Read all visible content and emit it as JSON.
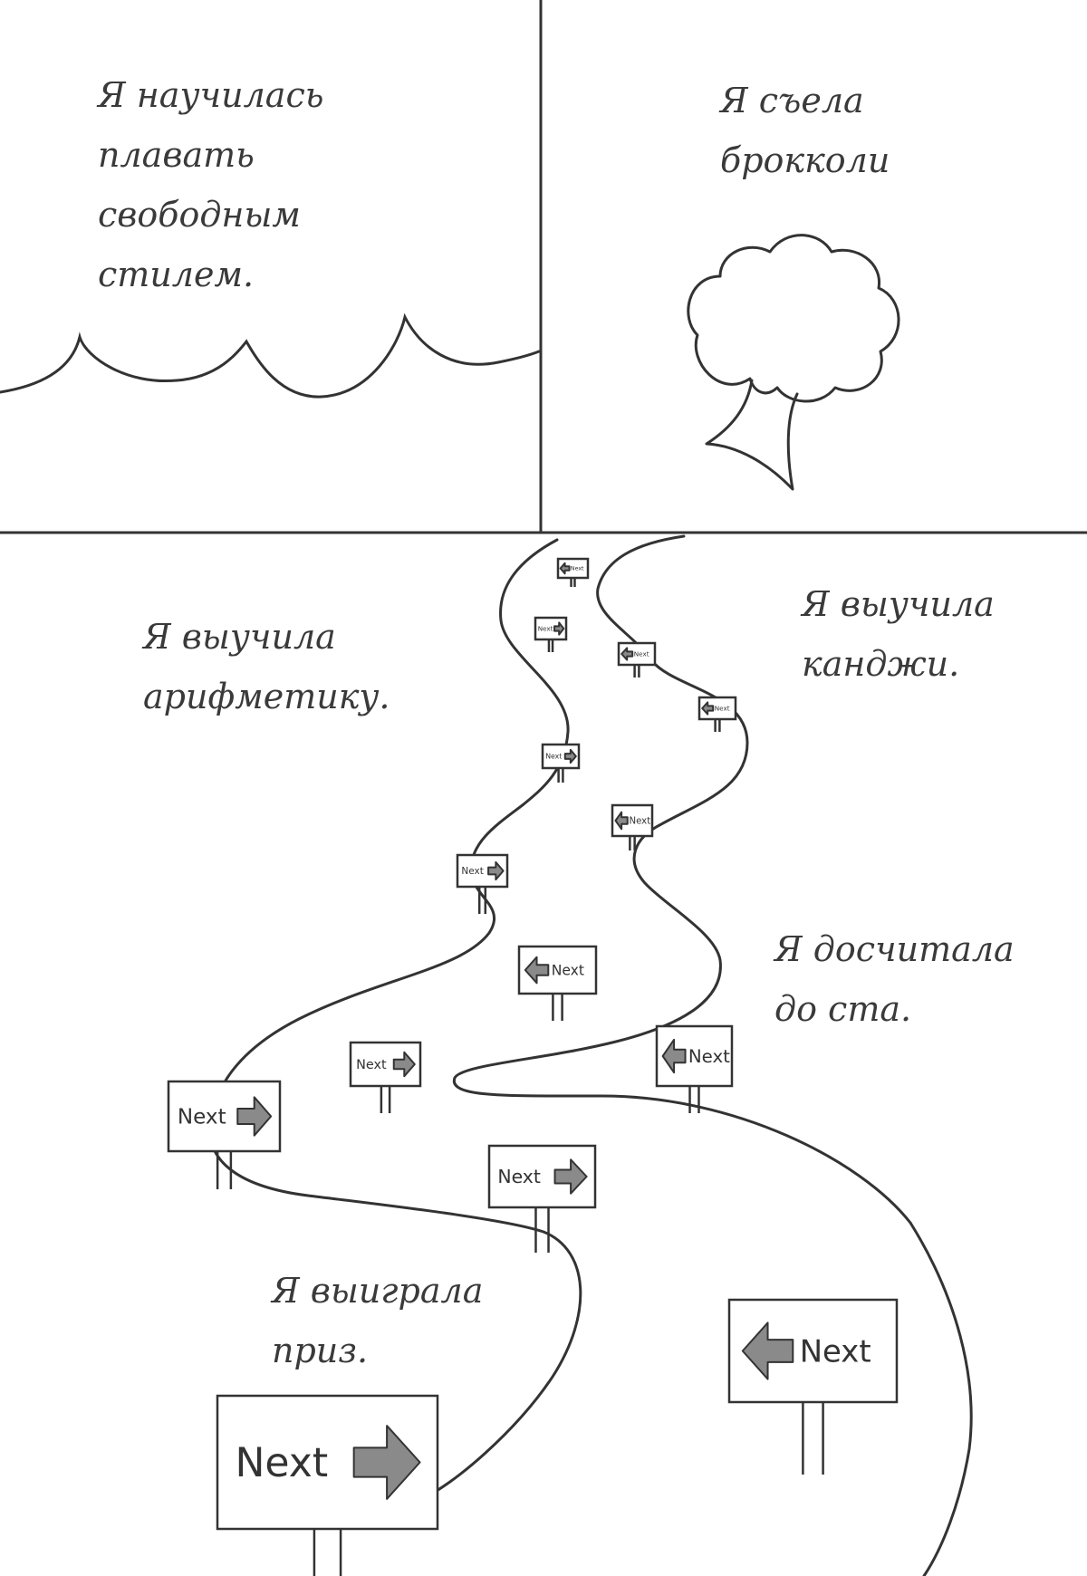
{
  "captions": {
    "swim": [
      "Я научилась",
      "плавать",
      "свободным",
      "стилем."
    ],
    "broccoli": [
      "Я съела",
      "брокколи"
    ],
    "arithmetic": [
      "Я выучила",
      "арифметику."
    ],
    "kanji": [
      "Я выучила",
      "канджи."
    ],
    "count": [
      "Я досчитала",
      "до ста."
    ],
    "prize": [
      "Я выиграла",
      "приз."
    ]
  },
  "sign_label": "Next",
  "colors": {
    "ink": "#333333",
    "arrow_fill": "#8a8a8a",
    "paper": "#ffffff"
  },
  "icons": [
    "wave",
    "broccoli",
    "road",
    "signpost",
    "arrow-right",
    "arrow-left"
  ]
}
